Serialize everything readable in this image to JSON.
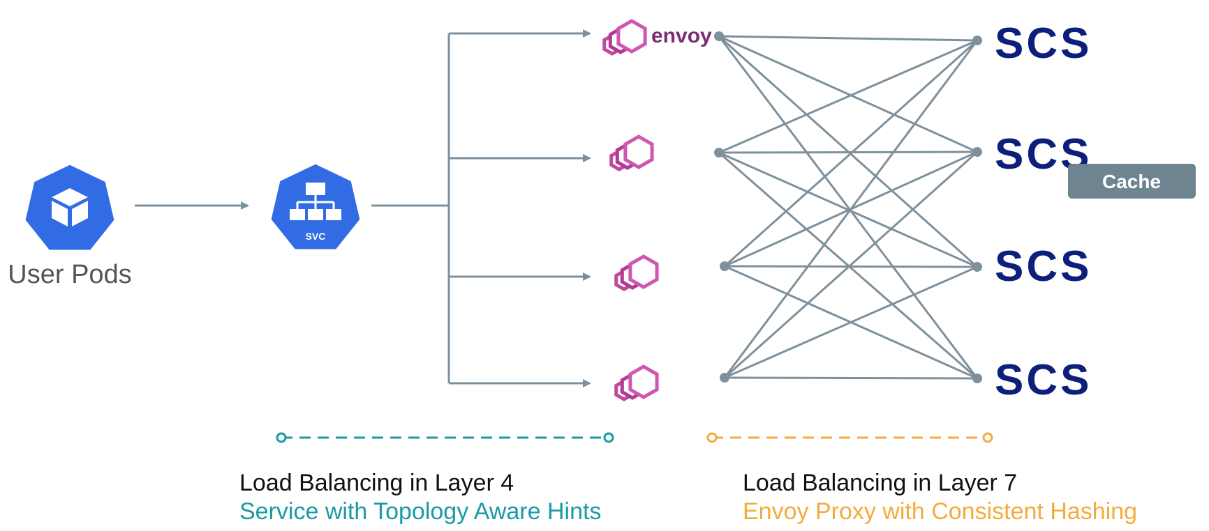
{
  "user_pods": {
    "label": "User Pods",
    "icon": "cube-icon",
    "color": "#326CE5"
  },
  "service": {
    "label": "SVC",
    "icon": "network-tree-icon",
    "color": "#326CE5"
  },
  "envoy": {
    "label": "envoy",
    "icon": "envoy-icon",
    "color": "#AC2F8A",
    "count": 4
  },
  "scs": {
    "label": "SCS",
    "count": 4,
    "color": "#0D1F7A"
  },
  "cache_badge": {
    "label": "Cache",
    "color": "#6E8591"
  },
  "layer4": {
    "title": "Load Balancing in Layer 4",
    "subtitle": "Service with Topology Aware Hints",
    "color": "#1A9AA5"
  },
  "layer7": {
    "title": "Load Balancing in Layer 7",
    "subtitle": "Envoy Proxy with Consistent Hashing",
    "color": "#F4AB3E"
  },
  "colors": {
    "connector": "#7D909B",
    "text": "#111111",
    "muted": "#555555"
  }
}
